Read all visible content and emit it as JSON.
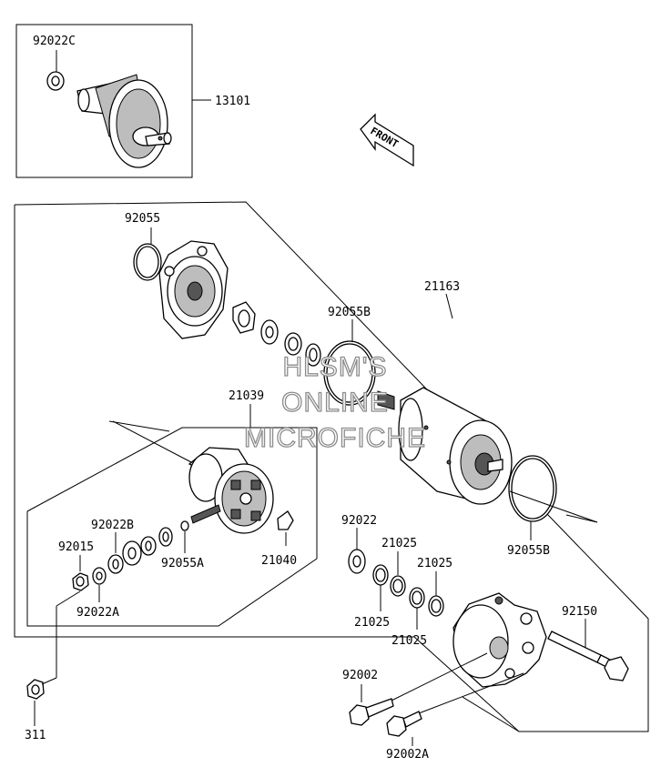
{
  "labels": {
    "p92022c": "92022C",
    "p13101": "13101",
    "p92055": "92055",
    "p21163": "21163",
    "p92055b_top": "92055B",
    "p21039": "21039",
    "p92022b": "92022B",
    "p92015": "92015",
    "p92055a": "92055A",
    "p21040": "21040",
    "p92022a": "92022A",
    "p92022": "92022",
    "p21025_a": "21025",
    "p21025_b": "21025",
    "p21025_c": "21025",
    "p21025_d": "21025",
    "p92055b_bottom": "92055B",
    "p92150": "92150",
    "p92002": "92002",
    "p92002a": "92002A",
    "p311": "311"
  },
  "front_arrow": {
    "text": "FRONT"
  },
  "watermark": {
    "line1": "HLSM'S",
    "line2": "ONLINE",
    "line3": "MICROFICHE"
  }
}
